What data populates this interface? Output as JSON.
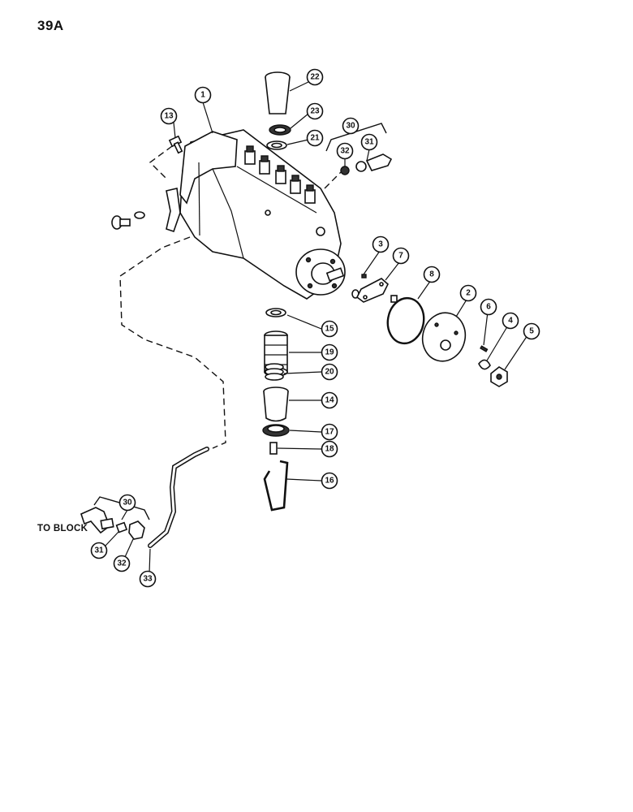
{
  "page_number": "39A",
  "note_to_block": "TO BLOCK",
  "callouts": [
    {
      "id": "c1",
      "label": "1"
    },
    {
      "id": "c2",
      "label": "2"
    },
    {
      "id": "c3",
      "label": "3"
    },
    {
      "id": "c4",
      "label": "4"
    },
    {
      "id": "c5",
      "label": "5"
    },
    {
      "id": "c6",
      "label": "6"
    },
    {
      "id": "c7",
      "label": "7"
    },
    {
      "id": "c8",
      "label": "8"
    },
    {
      "id": "c13",
      "label": "13"
    },
    {
      "id": "c14",
      "label": "14"
    },
    {
      "id": "c15",
      "label": "15"
    },
    {
      "id": "c16",
      "label": "16"
    },
    {
      "id": "c17",
      "label": "17"
    },
    {
      "id": "c18",
      "label": "18"
    },
    {
      "id": "c19",
      "label": "19"
    },
    {
      "id": "c20",
      "label": "20"
    },
    {
      "id": "c21",
      "label": "21"
    },
    {
      "id": "c22",
      "label": "22"
    },
    {
      "id": "c23",
      "label": "23"
    },
    {
      "id": "c30a",
      "label": "30"
    },
    {
      "id": "c31a",
      "label": "31"
    },
    {
      "id": "c32a",
      "label": "32"
    },
    {
      "id": "c30b",
      "label": "30"
    },
    {
      "id": "c31b",
      "label": "31"
    },
    {
      "id": "c32b",
      "label": "32"
    },
    {
      "id": "c33",
      "label": "33"
    }
  ]
}
